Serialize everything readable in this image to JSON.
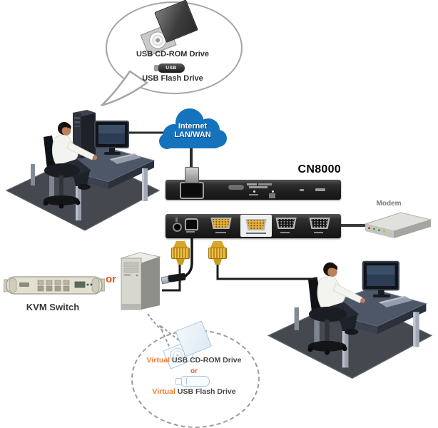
{
  "device": {
    "model": "CN8000"
  },
  "cloud": {
    "line1": "Internet",
    "line2": "LAN/WAN"
  },
  "top_bubble": {
    "cdrom_label": "USB CD-ROM Drive",
    "flash_stick_text": "USB",
    "flash_label": "USB Flash Drive"
  },
  "bottom_bubble": {
    "virtual_word": "Virtual",
    "cdrom_label": "USB CD-ROM Drive",
    "or_word": "or",
    "flash_label": "USB Flash Drive"
  },
  "labels": {
    "modem": "Modem",
    "kvm_switch": "KVM Switch",
    "or_word": "or"
  },
  "colors": {
    "cloud_blue": "#1573bd",
    "connector_yellow": "#e6b138",
    "virtual_orange": "#f07c30",
    "or_red": "#e8501e",
    "panel_dark": "#1f1f1f"
  }
}
